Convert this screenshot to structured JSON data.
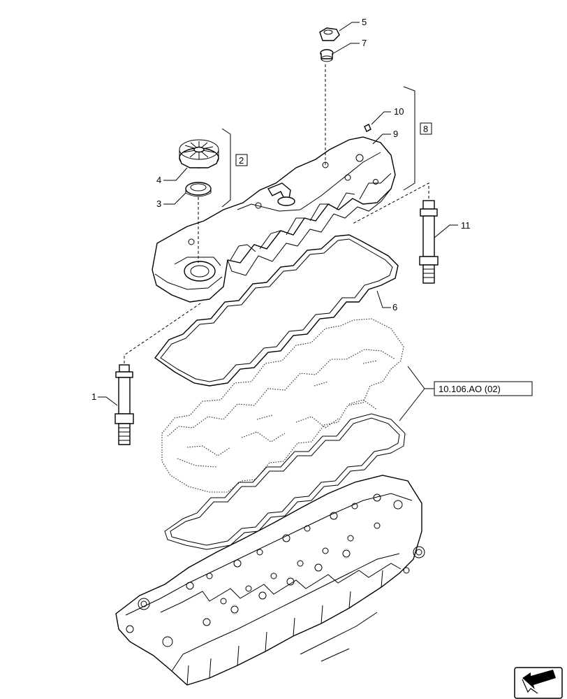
{
  "callouts": {
    "c1": "1",
    "c2": "2",
    "c3": "3",
    "c4": "4",
    "c5": "5",
    "c6": "6",
    "c7": "7",
    "c8": "8",
    "c9": "9",
    "c10": "10",
    "c11": "11"
  },
  "reference": {
    "label": "10.106.AO (02)"
  },
  "nav_icon": "arrow-bottom-left-icon"
}
